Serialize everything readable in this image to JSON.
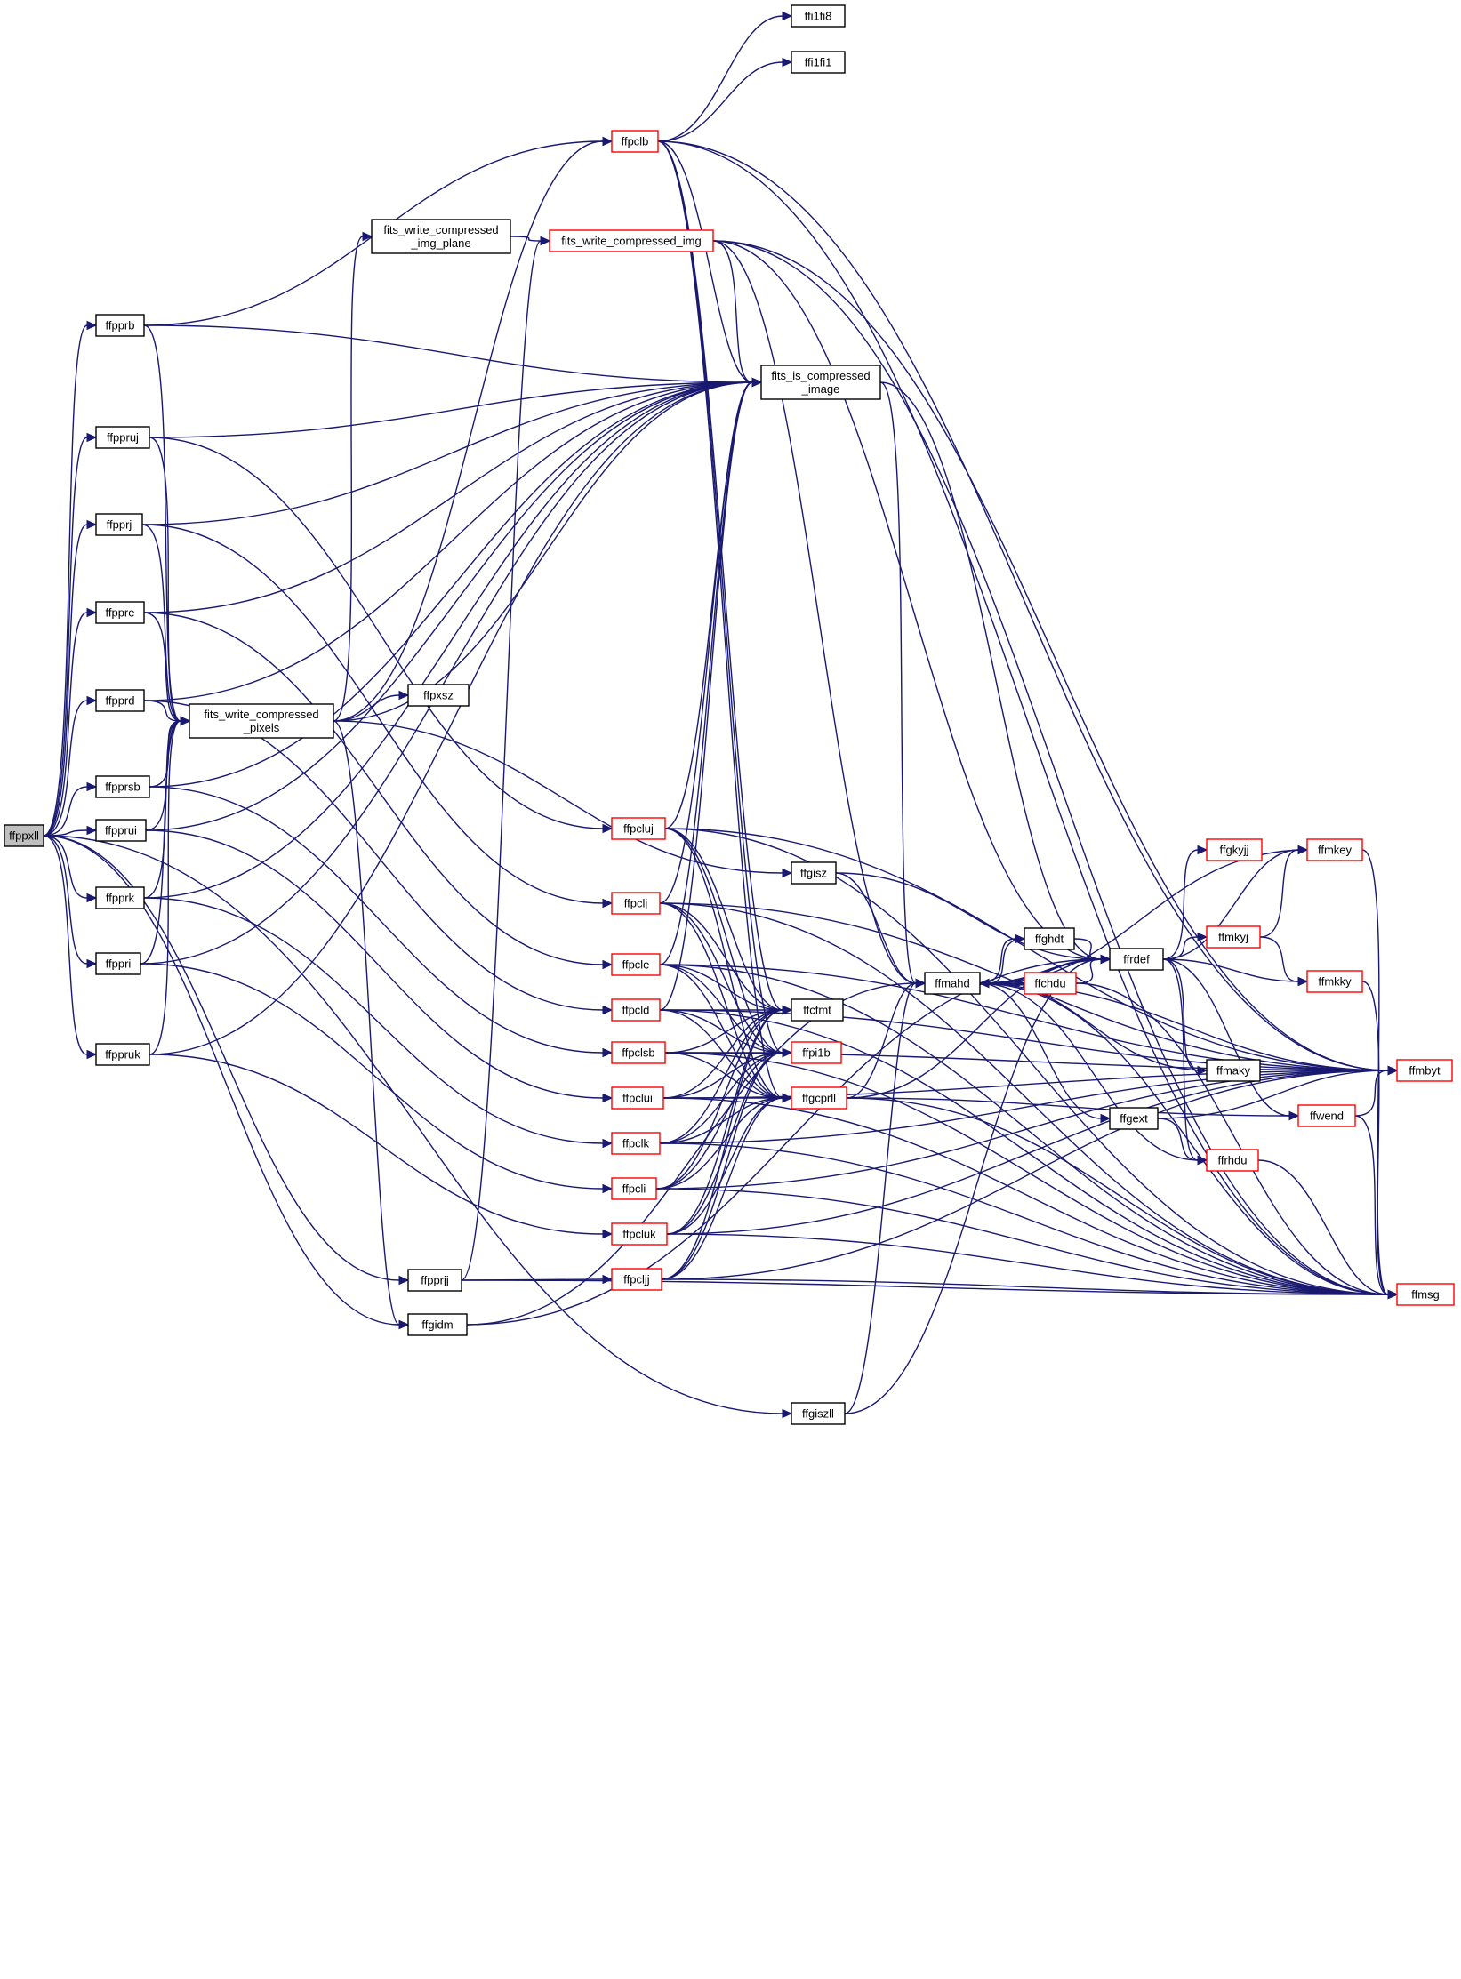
{
  "colors": {
    "edge": "#191970",
    "node_border": "#000000",
    "node_border_incomplete": "#ff0000",
    "root_fill": "#bfbfbf",
    "background": "#ffffff"
  },
  "nodes": [
    {
      "id": "ffppxll",
      "lines": [
        "ffppxll"
      ],
      "kind": "root"
    },
    {
      "id": "ffpprb",
      "lines": [
        "ffpprb"
      ],
      "kind": "normal"
    },
    {
      "id": "ffppruj",
      "lines": [
        "ffppruj"
      ],
      "kind": "normal"
    },
    {
      "id": "ffpprj",
      "lines": [
        "ffpprj"
      ],
      "kind": "normal"
    },
    {
      "id": "ffppre",
      "lines": [
        "ffppre"
      ],
      "kind": "normal"
    },
    {
      "id": "ffpprd",
      "lines": [
        "ffpprd"
      ],
      "kind": "normal"
    },
    {
      "id": "ffpprsb",
      "lines": [
        "ffpprsb"
      ],
      "kind": "normal"
    },
    {
      "id": "ffpprui",
      "lines": [
        "ffpprui"
      ],
      "kind": "normal"
    },
    {
      "id": "ffpprk",
      "lines": [
        "ffpprk"
      ],
      "kind": "normal"
    },
    {
      "id": "ffppri",
      "lines": [
        "ffppri"
      ],
      "kind": "normal"
    },
    {
      "id": "ffppruk",
      "lines": [
        "ffppruk"
      ],
      "kind": "normal"
    },
    {
      "id": "fits_write_compressed_pixels",
      "lines": [
        "fits_write_compressed",
        "_pixels"
      ],
      "kind": "normal"
    },
    {
      "id": "fits_write_compressed_img_plane",
      "lines": [
        "fits_write_compressed",
        "_img_plane"
      ],
      "kind": "normal"
    },
    {
      "id": "ffpxsz",
      "lines": [
        "ffpxsz"
      ],
      "kind": "normal"
    },
    {
      "id": "ffpprjj",
      "lines": [
        "ffpprjj"
      ],
      "kind": "normal"
    },
    {
      "id": "ffgidm",
      "lines": [
        "ffgidm"
      ],
      "kind": "normal"
    },
    {
      "id": "ffpclb",
      "lines": [
        "ffpclb"
      ],
      "kind": "incomplete"
    },
    {
      "id": "fits_write_compressed_img",
      "lines": [
        "fits_write_compressed_img"
      ],
      "kind": "incomplete"
    },
    {
      "id": "ffpcluj",
      "lines": [
        "ffpcluj"
      ],
      "kind": "incomplete"
    },
    {
      "id": "ffpclj",
      "lines": [
        "ffpclj"
      ],
      "kind": "incomplete"
    },
    {
      "id": "ffpcle",
      "lines": [
        "ffpcle"
      ],
      "kind": "incomplete"
    },
    {
      "id": "ffpcld",
      "lines": [
        "ffpcld"
      ],
      "kind": "incomplete"
    },
    {
      "id": "ffpclsb",
      "lines": [
        "ffpclsb"
      ],
      "kind": "incomplete"
    },
    {
      "id": "ffpclui",
      "lines": [
        "ffpclui"
      ],
      "kind": "incomplete"
    },
    {
      "id": "ffpclk",
      "lines": [
        "ffpclk"
      ],
      "kind": "incomplete"
    },
    {
      "id": "ffpcli",
      "lines": [
        "ffpcli"
      ],
      "kind": "incomplete"
    },
    {
      "id": "ffpcluk",
      "lines": [
        "ffpcluk"
      ],
      "kind": "incomplete"
    },
    {
      "id": "ffpcljj",
      "lines": [
        "ffpcljj"
      ],
      "kind": "incomplete"
    },
    {
      "id": "ffi1fi8",
      "lines": [
        "ffi1fi8"
      ],
      "kind": "normal"
    },
    {
      "id": "ffi1fi1",
      "lines": [
        "ffi1fi1"
      ],
      "kind": "normal"
    },
    {
      "id": "fits_is_compressed_image",
      "lines": [
        "fits_is_compressed",
        "_image"
      ],
      "kind": "normal"
    },
    {
      "id": "ffgisz",
      "lines": [
        "ffgisz"
      ],
      "kind": "normal"
    },
    {
      "id": "ffcfmt",
      "lines": [
        "ffcfmt"
      ],
      "kind": "normal"
    },
    {
      "id": "ffpi1b",
      "lines": [
        "ffpi1b"
      ],
      "kind": "incomplete"
    },
    {
      "id": "ffgcprll",
      "lines": [
        "ffgcprll"
      ],
      "kind": "incomplete"
    },
    {
      "id": "ffgiszll",
      "lines": [
        "ffgiszll"
      ],
      "kind": "normal"
    },
    {
      "id": "ffmahd",
      "lines": [
        "ffmahd"
      ],
      "kind": "normal"
    },
    {
      "id": "ffghdt",
      "lines": [
        "ffghdt"
      ],
      "kind": "normal"
    },
    {
      "id": "ffchdu",
      "lines": [
        "ffchdu"
      ],
      "kind": "incomplete"
    },
    {
      "id": "ffgext",
      "lines": [
        "ffgext"
      ],
      "kind": "normal"
    },
    {
      "id": "ffrdef",
      "lines": [
        "ffrdef"
      ],
      "kind": "normal"
    },
    {
      "id": "ffgkyjj",
      "lines": [
        "ffgkyjj"
      ],
      "kind": "incomplete"
    },
    {
      "id": "ffmkyj",
      "lines": [
        "ffmkyj"
      ],
      "kind": "incomplete"
    },
    {
      "id": "ffmaky",
      "lines": [
        "ffmaky"
      ],
      "kind": "normal"
    },
    {
      "id": "ffrhdu",
      "lines": [
        "ffrhdu"
      ],
      "kind": "incomplete"
    },
    {
      "id": "ffmkey",
      "lines": [
        "ffmkey"
      ],
      "kind": "incomplete"
    },
    {
      "id": "ffmkky",
      "lines": [
        "ffmkky"
      ],
      "kind": "incomplete"
    },
    {
      "id": "ffwend",
      "lines": [
        "ffwend"
      ],
      "kind": "incomplete"
    },
    {
      "id": "ffmbyt",
      "lines": [
        "ffmbyt"
      ],
      "kind": "incomplete"
    },
    {
      "id": "ffmsg",
      "lines": [
        "ffmsg"
      ],
      "kind": "incomplete"
    }
  ],
  "edges": [
    [
      "ffppxll",
      "ffpprb"
    ],
    [
      "ffppxll",
      "ffppruj"
    ],
    [
      "ffppxll",
      "ffpprj"
    ],
    [
      "ffppxll",
      "ffppre"
    ],
    [
      "ffppxll",
      "ffpprd"
    ],
    [
      "ffppxll",
      "ffpprsb"
    ],
    [
      "ffppxll",
      "ffpprui"
    ],
    [
      "ffppxll",
      "ffpprk"
    ],
    [
      "ffppxll",
      "ffppri"
    ],
    [
      "ffppxll",
      "ffppruk"
    ],
    [
      "ffppxll",
      "ffpprjj"
    ],
    [
      "ffppxll",
      "ffgidm"
    ],
    [
      "ffppxll",
      "ffgiszll"
    ],
    [
      "ffpprb",
      "ffpclb"
    ],
    [
      "ffpprb",
      "fits_is_compressed_image"
    ],
    [
      "ffpprb",
      "fits_write_compressed_pixels"
    ],
    [
      "ffppruj",
      "fits_is_compressed_image"
    ],
    [
      "ffppruj",
      "fits_write_compressed_pixels"
    ],
    [
      "ffppruj",
      "ffpcluj"
    ],
    [
      "ffpprj",
      "fits_is_compressed_image"
    ],
    [
      "ffpprj",
      "fits_write_compressed_pixels"
    ],
    [
      "ffpprj",
      "ffpclj"
    ],
    [
      "ffppre",
      "fits_is_compressed_image"
    ],
    [
      "ffppre",
      "fits_write_compressed_pixels"
    ],
    [
      "ffppre",
      "ffpcle"
    ],
    [
      "ffpprd",
      "fits_is_compressed_image"
    ],
    [
      "ffpprd",
      "fits_write_compressed_pixels"
    ],
    [
      "ffpprd",
      "ffpcld"
    ],
    [
      "ffpprsb",
      "fits_is_compressed_image"
    ],
    [
      "ffpprsb",
      "fits_write_compressed_pixels"
    ],
    [
      "ffpprsb",
      "ffpclsb"
    ],
    [
      "ffpprui",
      "fits_is_compressed_image"
    ],
    [
      "ffpprui",
      "fits_write_compressed_pixels"
    ],
    [
      "ffpprui",
      "ffpclui"
    ],
    [
      "ffpprk",
      "fits_is_compressed_image"
    ],
    [
      "ffpprk",
      "fits_write_compressed_pixels"
    ],
    [
      "ffpprk",
      "ffpclk"
    ],
    [
      "ffppri",
      "fits_is_compressed_image"
    ],
    [
      "ffppri",
      "fits_write_compressed_pixels"
    ],
    [
      "ffppri",
      "ffpcli"
    ],
    [
      "ffppruk",
      "fits_is_compressed_image"
    ],
    [
      "ffppruk",
      "fits_write_compressed_pixels"
    ],
    [
      "ffppruk",
      "ffpcluk"
    ],
    [
      "ffpprjj",
      "fits_write_compressed_img"
    ],
    [
      "ffpprjj",
      "ffpcljj"
    ],
    [
      "ffpprjj",
      "ffmsg"
    ],
    [
      "fits_write_compressed_pixels",
      "fits_write_compressed_img_plane"
    ],
    [
      "fits_write_compressed_pixels",
      "ffpxsz"
    ],
    [
      "fits_write_compressed_pixels",
      "ffgisz"
    ],
    [
      "fits_write_compressed_pixels",
      "ffgidm"
    ],
    [
      "fits_write_compressed_pixels",
      "fits_is_compressed_image"
    ],
    [
      "fits_write_compressed_pixels",
      "ffpclb"
    ],
    [
      "fits_write_compressed_img_plane",
      "fits_write_compressed_img"
    ],
    [
      "fits_write_compressed_img",
      "fits_is_compressed_image"
    ],
    [
      "fits_write_compressed_img",
      "ffmahd"
    ],
    [
      "fits_write_compressed_img",
      "ffrdef"
    ],
    [
      "fits_write_compressed_img",
      "ffmbyt"
    ],
    [
      "fits_write_compressed_img",
      "ffmsg"
    ],
    [
      "ffpclb",
      "ffi1fi8"
    ],
    [
      "ffpclb",
      "ffi1fi1"
    ],
    [
      "ffpclb",
      "ffmbyt"
    ],
    [
      "ffpclb",
      "ffmsg"
    ],
    [
      "ffpclb",
      "fits_is_compressed_image"
    ],
    [
      "ffpclb",
      "ffcfmt"
    ],
    [
      "ffpclb",
      "ffpi1b"
    ],
    [
      "ffpclb",
      "ffgcprll"
    ],
    [
      "fits_is_compressed_image",
      "ffmahd"
    ],
    [
      "fits_is_compressed_image",
      "ffrdef"
    ],
    [
      "ffpcluj",
      "fits_is_compressed_image"
    ],
    [
      "ffpcluj",
      "ffcfmt"
    ],
    [
      "ffpcluj",
      "ffpi1b"
    ],
    [
      "ffpcluj",
      "ffgcprll"
    ],
    [
      "ffpcluj",
      "ffmbyt"
    ],
    [
      "ffpcluj",
      "ffmsg"
    ],
    [
      "ffpclj",
      "fits_is_compressed_image"
    ],
    [
      "ffpclj",
      "ffcfmt"
    ],
    [
      "ffpclj",
      "ffpi1b"
    ],
    [
      "ffpclj",
      "ffgcprll"
    ],
    [
      "ffpclj",
      "ffmbyt"
    ],
    [
      "ffpclj",
      "ffmsg"
    ],
    [
      "ffpcle",
      "fits_is_compressed_image"
    ],
    [
      "ffpcle",
      "ffcfmt"
    ],
    [
      "ffpcle",
      "ffpi1b"
    ],
    [
      "ffpcle",
      "ffgcprll"
    ],
    [
      "ffpcle",
      "ffmbyt"
    ],
    [
      "ffpcle",
      "ffmsg"
    ],
    [
      "ffpcld",
      "fits_is_compressed_image"
    ],
    [
      "ffpcld",
      "ffcfmt"
    ],
    [
      "ffpcld",
      "ffpi1b"
    ],
    [
      "ffpcld",
      "ffgcprll"
    ],
    [
      "ffpcld",
      "ffmbyt"
    ],
    [
      "ffpcld",
      "ffmsg"
    ],
    [
      "ffpclsb",
      "ffcfmt"
    ],
    [
      "ffpclsb",
      "ffpi1b"
    ],
    [
      "ffpclsb",
      "ffgcprll"
    ],
    [
      "ffpclsb",
      "ffmbyt"
    ],
    [
      "ffpclsb",
      "ffmsg"
    ],
    [
      "ffpclui",
      "ffcfmt"
    ],
    [
      "ffpclui",
      "ffpi1b"
    ],
    [
      "ffpclui",
      "ffgcprll"
    ],
    [
      "ffpclui",
      "ffmbyt"
    ],
    [
      "ffpclui",
      "ffmsg"
    ],
    [
      "ffpclk",
      "ffcfmt"
    ],
    [
      "ffpclk",
      "ffpi1b"
    ],
    [
      "ffpclk",
      "ffgcprll"
    ],
    [
      "ffpclk",
      "ffmbyt"
    ],
    [
      "ffpclk",
      "ffmsg"
    ],
    [
      "ffpcli",
      "ffcfmt"
    ],
    [
      "ffpcli",
      "ffpi1b"
    ],
    [
      "ffpcli",
      "ffgcprll"
    ],
    [
      "ffpcli",
      "ffmbyt"
    ],
    [
      "ffpcli",
      "ffmsg"
    ],
    [
      "ffpcluk",
      "ffcfmt"
    ],
    [
      "ffpcluk",
      "ffpi1b"
    ],
    [
      "ffpcluk",
      "ffgcprll"
    ],
    [
      "ffpcluk",
      "ffmbyt"
    ],
    [
      "ffpcluk",
      "ffmsg"
    ],
    [
      "ffpcljj",
      "ffcfmt"
    ],
    [
      "ffpcljj",
      "ffpi1b"
    ],
    [
      "ffpcljj",
      "ffgcprll"
    ],
    [
      "ffpcljj",
      "ffmbyt"
    ],
    [
      "ffpcljj",
      "ffmsg"
    ],
    [
      "ffgisz",
      "ffmahd"
    ],
    [
      "ffgisz",
      "ffrdef"
    ],
    [
      "ffgiszll",
      "ffmahd"
    ],
    [
      "ffgiszll",
      "ffrdef"
    ],
    [
      "ffgidm",
      "ffmahd"
    ],
    [
      "ffgidm",
      "ffrdef"
    ],
    [
      "ffgcprll",
      "ffmahd"
    ],
    [
      "ffgcprll",
      "ffrdef"
    ],
    [
      "ffgcprll",
      "ffwend"
    ],
    [
      "ffgcprll",
      "ffmsg"
    ],
    [
      "ffmahd",
      "ffghdt"
    ],
    [
      "ffmahd",
      "ffchdu"
    ],
    [
      "ffmahd",
      "ffgext"
    ],
    [
      "ffmahd",
      "ffrdef"
    ],
    [
      "ffmahd",
      "ffrhdu"
    ],
    [
      "ffmahd",
      "ffmbyt"
    ],
    [
      "ffmahd",
      "ffmsg"
    ],
    [
      "ffghdt",
      "ffmahd"
    ],
    [
      "ffghdt",
      "ffrdef"
    ],
    [
      "ffchdu",
      "ffmahd"
    ],
    [
      "ffchdu",
      "ffrdef"
    ],
    [
      "ffchdu",
      "ffmsg"
    ],
    [
      "ffgext",
      "ffrhdu"
    ],
    [
      "ffgext",
      "ffmbyt"
    ],
    [
      "ffrdef",
      "ffmahd"
    ],
    [
      "ffrdef",
      "ffgkyjj"
    ],
    [
      "ffrdef",
      "ffmkyj"
    ],
    [
      "ffrdef",
      "ffmaky"
    ],
    [
      "ffrdef",
      "ffrhdu"
    ],
    [
      "ffrdef",
      "ffmkey"
    ],
    [
      "ffrdef",
      "ffmkky"
    ],
    [
      "ffrdef",
      "ffwend"
    ],
    [
      "ffmaky",
      "ffmahd"
    ],
    [
      "ffmkyj",
      "ffmkey"
    ],
    [
      "ffmkyj",
      "ffmkky"
    ],
    [
      "ffmkey",
      "ffmahd"
    ],
    [
      "ffmkey",
      "ffmsg"
    ],
    [
      "ffmkky",
      "ffmsg"
    ],
    [
      "ffrhdu",
      "ffmsg"
    ],
    [
      "ffwend",
      "ffmbyt"
    ],
    [
      "ffwend",
      "ffmsg"
    ]
  ]
}
